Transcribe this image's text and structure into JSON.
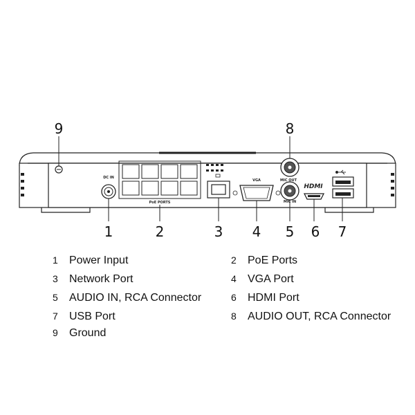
{
  "device": {
    "port_labels": {
      "dc_in": "DC IN",
      "poe_ports": "PoE PORTS",
      "vga": "VGA",
      "audio_out": "MIC OUT",
      "audio_in": "MIC IN",
      "hdmi": "HDMI"
    }
  },
  "callouts": [
    "1",
    "2",
    "3",
    "4",
    "5",
    "6",
    "7",
    "8",
    "9"
  ],
  "legend": [
    {
      "num": "1",
      "label": "Power Input"
    },
    {
      "num": "2",
      "label": "PoE Ports"
    },
    {
      "num": "3",
      "label": "Network Port"
    },
    {
      "num": "4",
      "label": "VGA Port"
    },
    {
      "num": "5",
      "label": "AUDIO IN, RCA Connector"
    },
    {
      "num": "6",
      "label": "HDMI Port"
    },
    {
      "num": "7",
      "label": "USB Port"
    },
    {
      "num": "8",
      "label": "AUDIO OUT, RCA Connector"
    },
    {
      "num": "9",
      "label": "Ground"
    }
  ]
}
